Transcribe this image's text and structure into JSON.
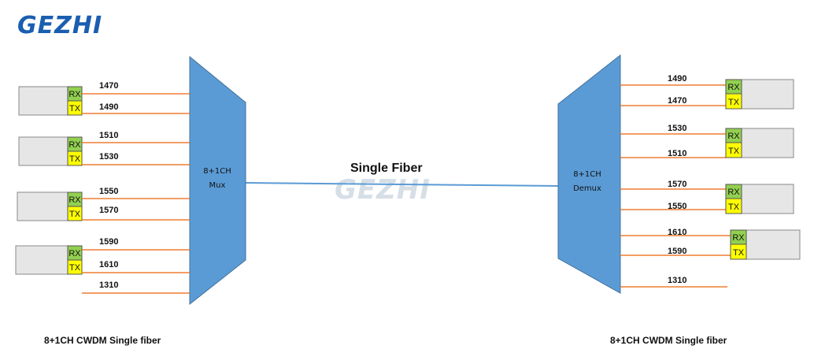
{
  "logo": {
    "text": "GEZHI",
    "color": "#1a5eb0"
  },
  "watermark": {
    "text": "GEZHI"
  },
  "center_label": "Single Fiber",
  "mux": {
    "label_line1": "8+1CH",
    "label_line2": "Mux",
    "color": "#5b9bd5"
  },
  "demux": {
    "label_line1": "8+1CH",
    "label_line2": "Demux",
    "color": "#5b9bd5"
  },
  "port_labels": {
    "rx": "RX",
    "tx": "TX"
  },
  "left_channels": {
    "ch1": "1470",
    "ch2": "1490",
    "ch3": "1510",
    "ch4": "1530",
    "ch5": "1550",
    "ch6": "1570",
    "ch7": "1590",
    "ch8": "1610",
    "ch9": "1310"
  },
  "right_channels": {
    "ch1": "1490",
    "ch2": "1470",
    "ch3": "1530",
    "ch4": "1510",
    "ch5": "1570",
    "ch6": "1550",
    "ch7": "1610",
    "ch8": "1590",
    "ch9": "1310"
  },
  "footer_left": "8+1CH CWDM Single fiber",
  "footer_right": "8+1CH CWDM Single fiber",
  "colors": {
    "fiber_line": "#ed7d31",
    "trunk_line": "#5b9bd5",
    "rx_port": "#92d050",
    "tx_port": "#ffff00",
    "device_box": "#e7e6e6"
  }
}
